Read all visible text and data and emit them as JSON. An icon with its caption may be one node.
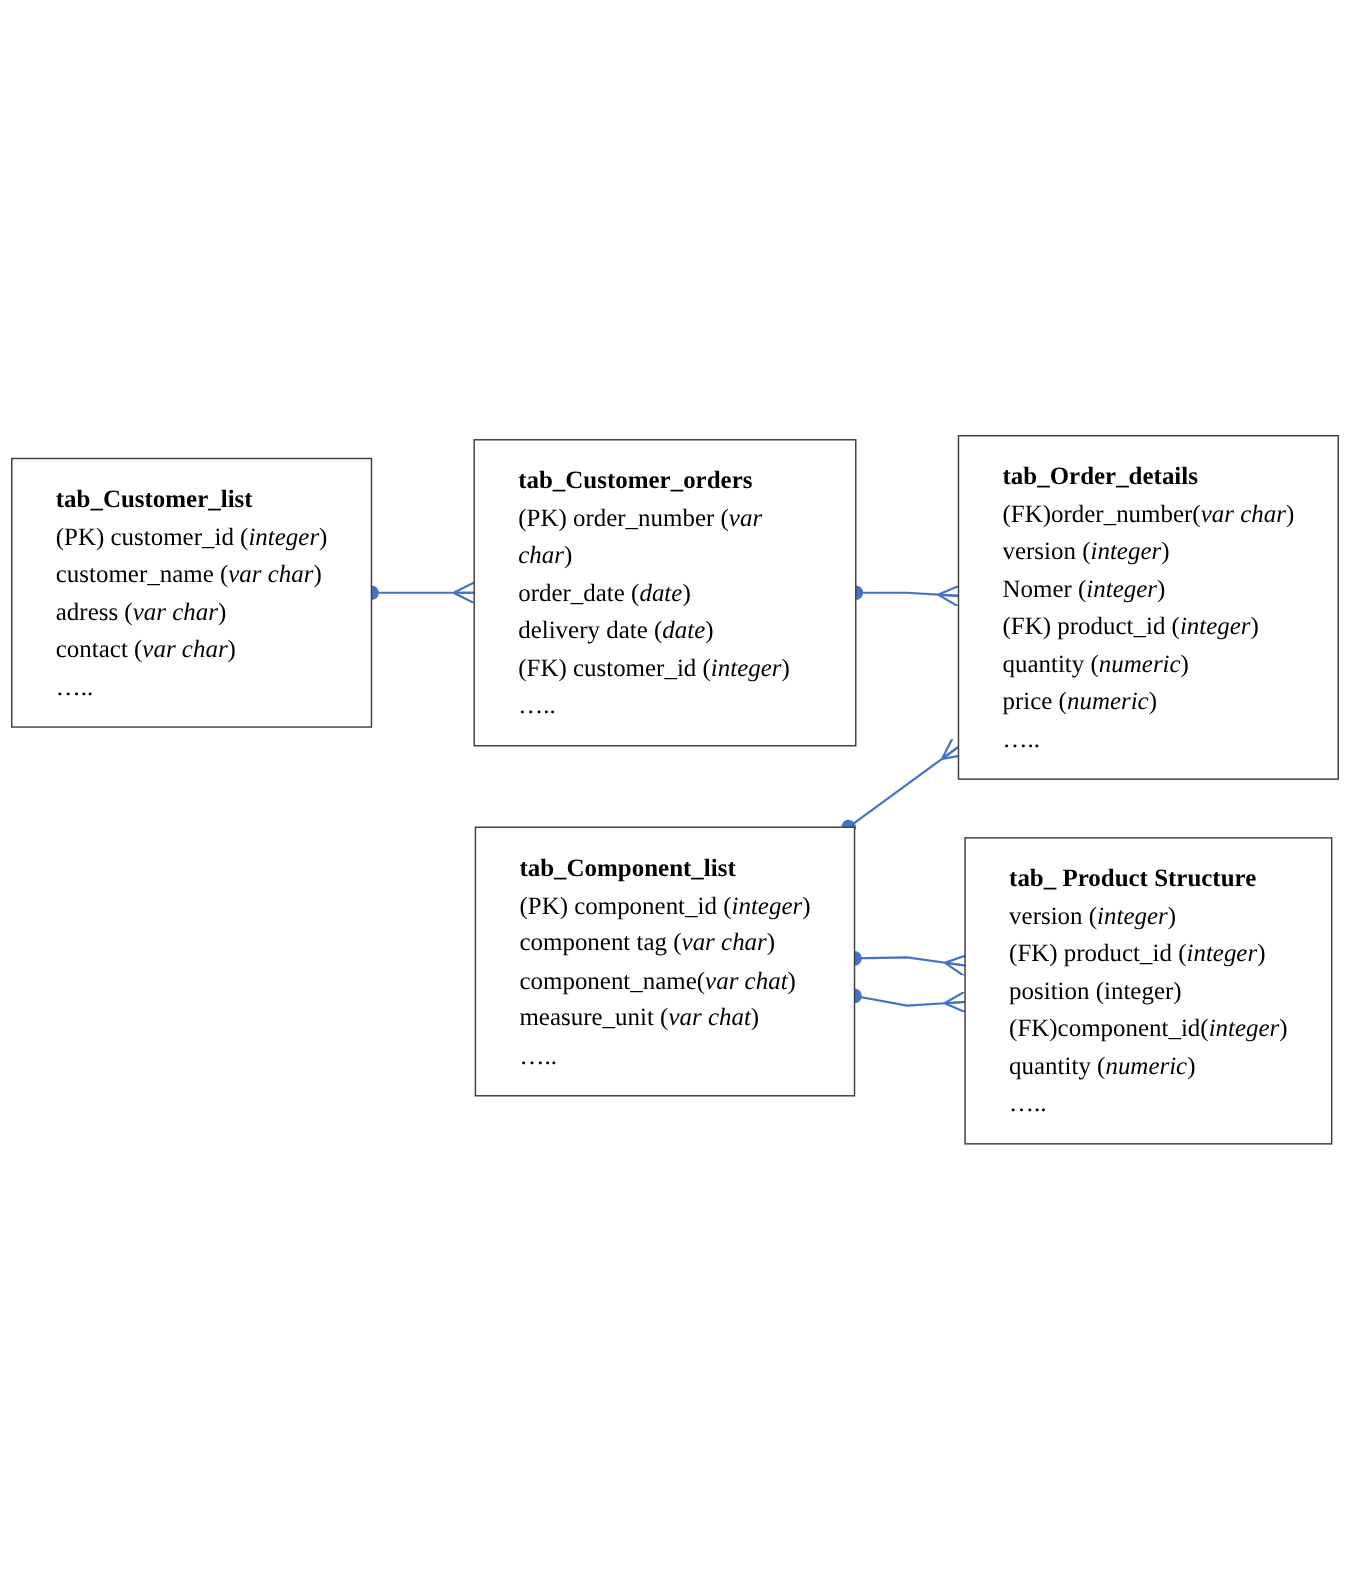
{
  "diagram": {
    "nodes": [
      {
        "text": [
          "tab_Customer_orders",
          "(PK) order_number (*var char*)",
          "order_date (*date*)",
          "delivery date (*date*)",
          "(FK) customer_id (*integer*)",
          "….."
        ]
      },
      {
        "text": [
          "tab_Customer_list",
          "(PK) customer_id (*integer*)",
          "customer_name (*var char*)",
          "adress (*var char*)",
          "contact (*var char*)",
          "….."
        ]
      },
      {
        "text": [
          "tab_Order_details",
          "(FK)order_number(*var char*)",
          "version (*integer*)",
          "Nomer (*integer*)",
          "(FK) product_id (*integer*)",
          "quantity (*numeric*)",
          "price (*numeric*)",
          "….."
        ]
      },
      {
        "text": [
          "tab_Component_list",
          "(PK) component_id (*integer*)",
          "component tag (*var char*)",
          "component_name(*var chat*)",
          "measure_unit (*var chat*)",
          "….."
        ]
      },
      {
        "text": [
          "tab_ Product Structure",
          "version (*integer*)",
          "(FK) product_id (*integer*)",
          "position (integer)",
          "(FK)component_id(*integer*)",
          "quantity (*numeric*)",
          "….."
        ]
      }
    ],
    "edges": [
      {
        "from": 0,
        "to": 2,
        "arrow": "other"
      },
      {
        "from": 1,
        "to": 0,
        "arrow": "other"
      },
      {
        "from": 3,
        "to": 2,
        "arrow": "other"
      },
      {
        "from": 3,
        "to": 4,
        "arrow": "other"
      },
      {
        "from": 3,
        "to": 4,
        "arrow": "other"
      }
    ]
  }
}
